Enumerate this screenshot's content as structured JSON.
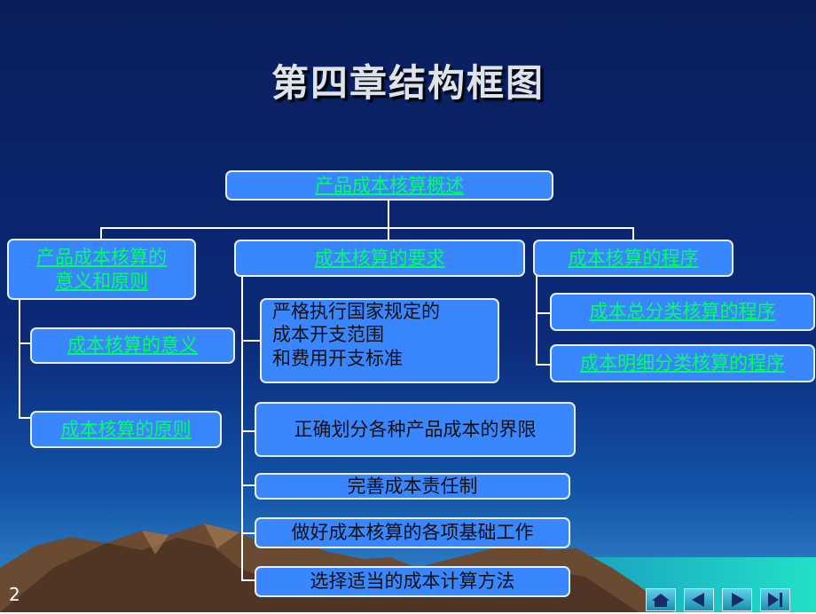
{
  "page_title": "第四章结构框图",
  "root": "产品成本核算概述",
  "left": {
    "head": [
      "产品成本核算的",
      "意义和原则"
    ],
    "items": [
      "成本核算的意义",
      "成本核算的原则"
    ]
  },
  "middle": {
    "head": "成本核算的要求",
    "items": [
      [
        "严格执行国家规定的",
        "成本开支范围",
        "和费用开支标准"
      ],
      "正确划分各种产品成本的界限",
      "完善成本责任制",
      "做好成本核算的各项基础工作",
      "选择适当的成本计算方法"
    ]
  },
  "right": {
    "head": "成本核算的程序",
    "items": [
      "成本总分类核算的程序",
      "成本明细分类核算的程序"
    ]
  },
  "page_number": "2",
  "nav_buttons": [
    "home-icon",
    "prev-icon",
    "next-icon",
    "end-icon"
  ]
}
